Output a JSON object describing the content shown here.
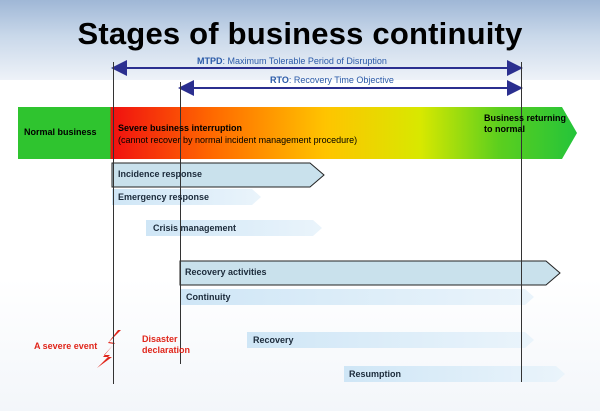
{
  "title": "Stages of business continuity",
  "mtpd": {
    "abbr": "MTPD",
    "text": ": Maximum Tolerable Period of Disruption"
  },
  "rto": {
    "abbr": "RTO",
    "text": ": Recovery Time Objective"
  },
  "stages": {
    "normal": "Normal business",
    "severe": "Severe business interruption",
    "severe_note": "(cannot recover by normal incident management procedure)",
    "returning_line1": "Business returning",
    "returning_line2": "to normal"
  },
  "bars": {
    "incidence_response": "Incidence response",
    "emergency_response": "Emergency response",
    "crisis_management": "Crisis management",
    "recovery_activities": "Recovery activities",
    "continuity": "Continuity",
    "recovery": "Recovery",
    "resumption": "Resumption"
  },
  "events": {
    "severe_event": "A severe event",
    "disaster_line1": "Disaster",
    "disaster_line2": "declaration"
  },
  "colors": {
    "axis_arrow": "#2b2f8f",
    "outlined_bar": "#c9e1ec",
    "light_bar": "#ddeef9",
    "event_red": "#e0261b",
    "normal_green": "#2fc42f"
  }
}
